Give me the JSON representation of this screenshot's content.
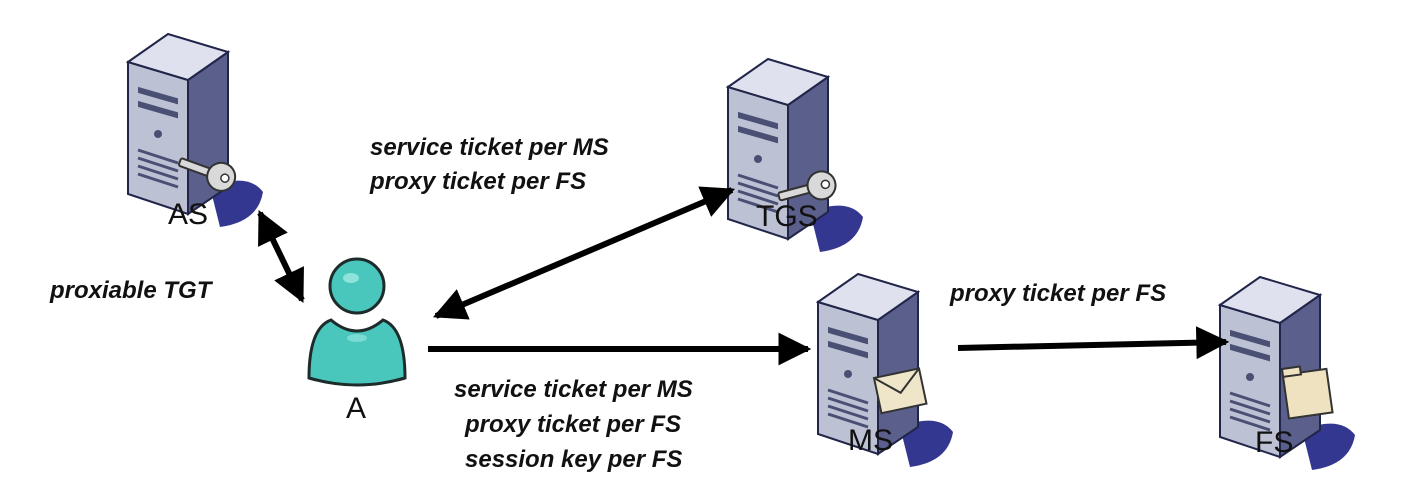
{
  "nodes": {
    "as": {
      "label": "AS"
    },
    "tgs": {
      "label": "TGS"
    },
    "client": {
      "label": "A"
    },
    "ms": {
      "label": "MS"
    },
    "fs": {
      "label": "FS"
    }
  },
  "edges": {
    "as_client": {
      "label": "proxiable TGT"
    },
    "client_tgs": {
      "lines": [
        "service ticket per MS",
        "proxy ticket per FS"
      ]
    },
    "client_ms": {
      "lines": [
        "service ticket per MS",
        "proxy ticket per FS",
        "session key per FS"
      ]
    },
    "ms_fs": {
      "label": "proxy ticket per FS"
    }
  },
  "colors": {
    "server_front": "#bcc1d4",
    "server_side": "#5a5f8c",
    "server_top": "#dfe2ee",
    "server_shadow": "#34378f",
    "person_body": "#49c7bc",
    "person_outline": "#1d2b2a",
    "key": "#d9d9d9",
    "envelope": "#efe6c9",
    "folder": "#efe2c0",
    "arrow": "#000000"
  }
}
